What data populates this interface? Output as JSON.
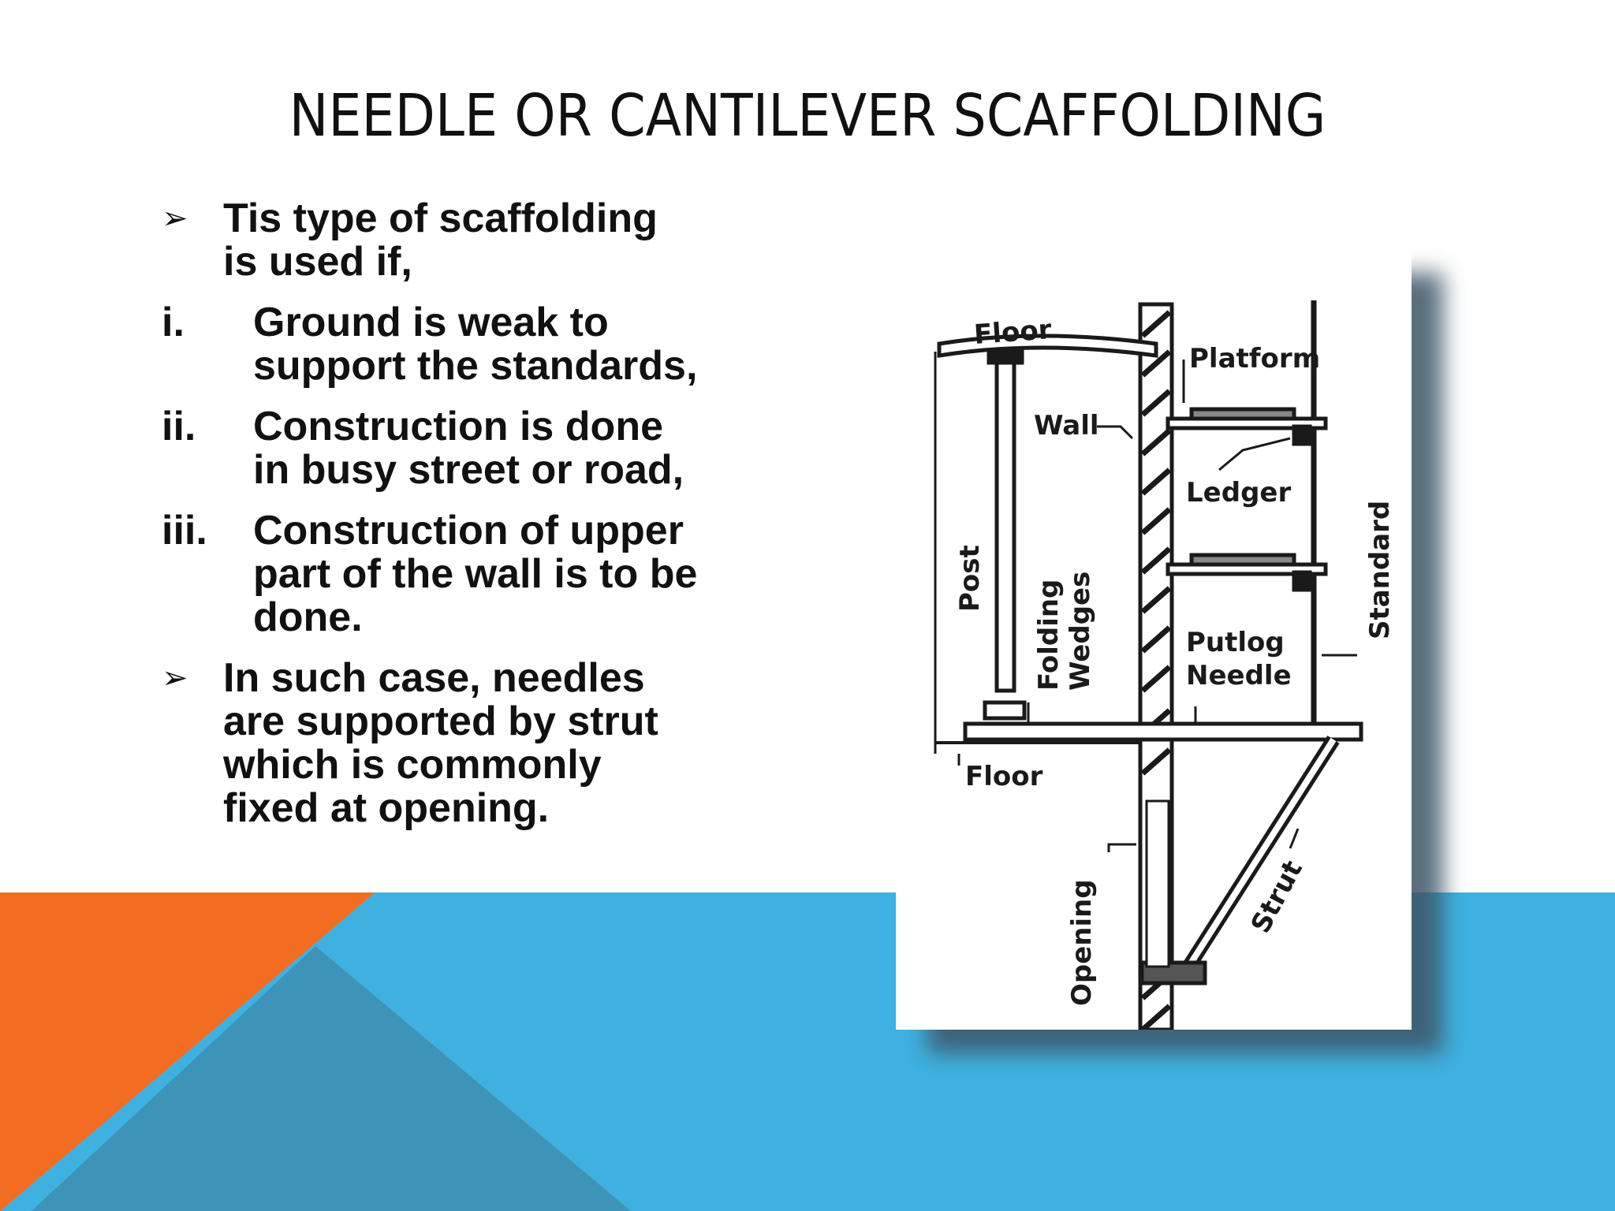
{
  "slide": {
    "title": "NEEDLE OR CANTILEVER SCAFFOLDING",
    "colors": {
      "orange": "#f26d21",
      "blue": "#3eb1e0",
      "overlap": "#3d94b8"
    }
  },
  "content": {
    "bullet_marker_icon": "arrowhead-bullet-icon",
    "intro": {
      "marker": "➢",
      "text": "Tis type of scaffolding is used if,"
    },
    "conditions": [
      {
        "marker": "i.",
        "text": "Ground is weak to support the standards,"
      },
      {
        "marker": "ii.",
        "text": "Construction is done in busy street or road,"
      },
      {
        "marker": "iii.",
        "text": "Construction of upper part of the wall is to be done."
      }
    ],
    "conclusion": {
      "marker": "➢",
      "text": "In such case, needles are supported by strut which is commonly fixed at opening."
    }
  },
  "figure": {
    "labels": {
      "floor_top": "Floor",
      "platform": "Platform",
      "wall": "Wall",
      "ledger": "Ledger",
      "post": "Post",
      "folding_wedges_1": "Folding",
      "folding_wedges_2": "Wedges",
      "standard": "Standard",
      "putlog": "Putlog",
      "needle": "Needle",
      "floor_bottom": "Floor",
      "opening": "Opening",
      "strut": "Strut"
    }
  }
}
